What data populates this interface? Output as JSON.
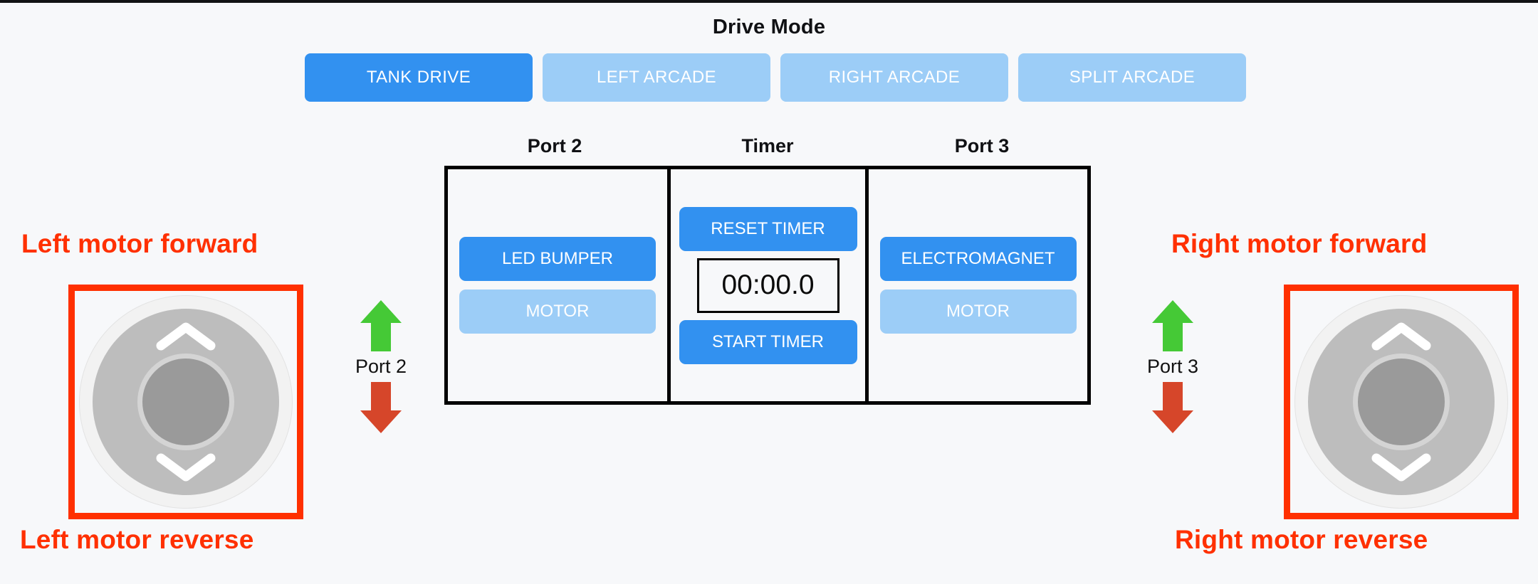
{
  "drive_mode": {
    "title": "Drive Mode",
    "buttons": [
      {
        "label": "TANK DRIVE",
        "state": "active"
      },
      {
        "label": "LEFT ARCADE",
        "state": "inactive"
      },
      {
        "label": "RIGHT ARCADE",
        "state": "inactive"
      },
      {
        "label": "SPLIT ARCADE",
        "state": "inactive"
      }
    ]
  },
  "panel_headers": {
    "port2": "Port 2",
    "timer": "Timer",
    "port3": "Port 3"
  },
  "port2_panel": {
    "device_button": "LED BUMPER",
    "motor_button": "MOTOR"
  },
  "timer_panel": {
    "reset_label": "RESET TIMER",
    "display_value": "00:00.0",
    "start_label": "START TIMER"
  },
  "port3_panel": {
    "device_button": "ELECTROMAGNET",
    "motor_button": "MOTOR"
  },
  "annotations": {
    "left_forward": "Left motor forward",
    "left_reverse": "Left motor reverse",
    "right_forward": "Right motor forward",
    "right_reverse": "Right motor reverse"
  },
  "port_markers": {
    "left_label": "Port 2",
    "right_label": "Port 3"
  },
  "colors": {
    "accent_blue": "#3291f0",
    "inactive_blue": "#9ccdf7",
    "annotation_red": "#ff3000",
    "arrow_green": "#45c936",
    "arrow_red": "#d6462a",
    "background": "#f7f8fa",
    "frame_black": "#000000"
  }
}
